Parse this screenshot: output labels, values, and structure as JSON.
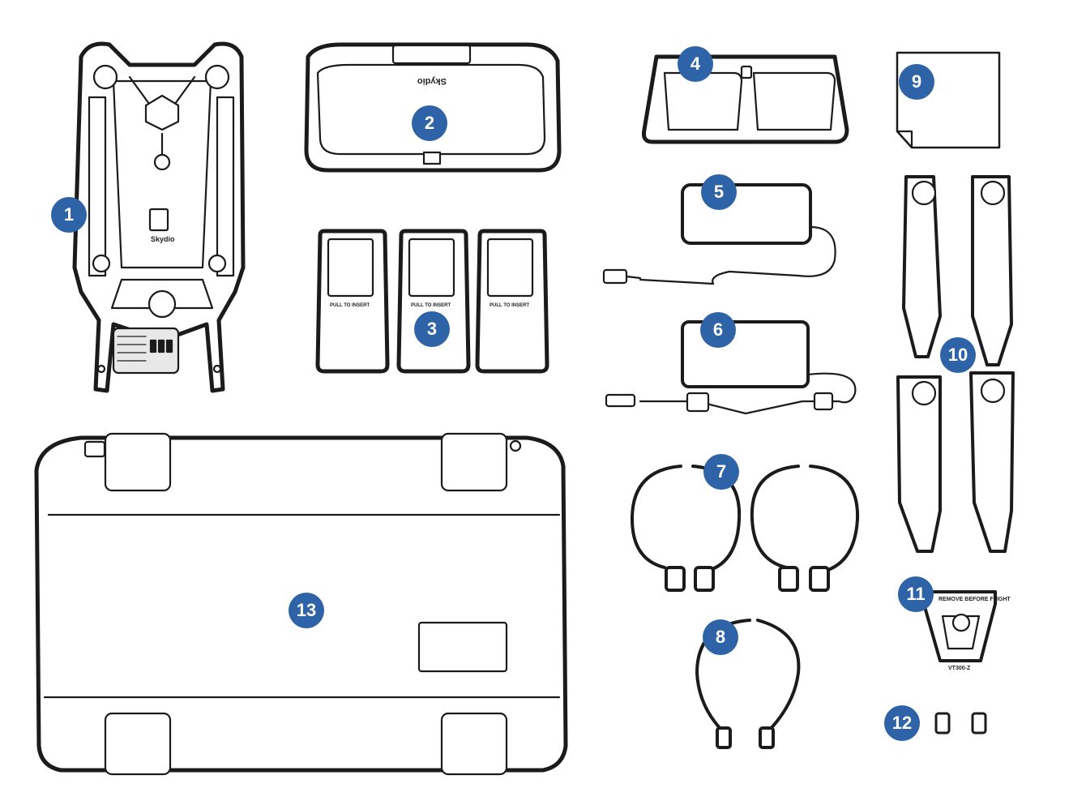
{
  "colors": {
    "badge": "#2e63a8",
    "outline": "#1b1b1b"
  },
  "drone": {
    "brand": "Skydio"
  },
  "controller": {
    "brand": "Skydio"
  },
  "battery": {
    "label": "PULL TO INSERT"
  },
  "guard": {
    "label": "REMOVE BEFORE FLIGHT",
    "model": "VT300-Z"
  },
  "badges": [
    "1",
    "2",
    "3",
    "4",
    "5",
    "6",
    "7",
    "8",
    "9",
    "10",
    "11",
    "12",
    "13"
  ]
}
